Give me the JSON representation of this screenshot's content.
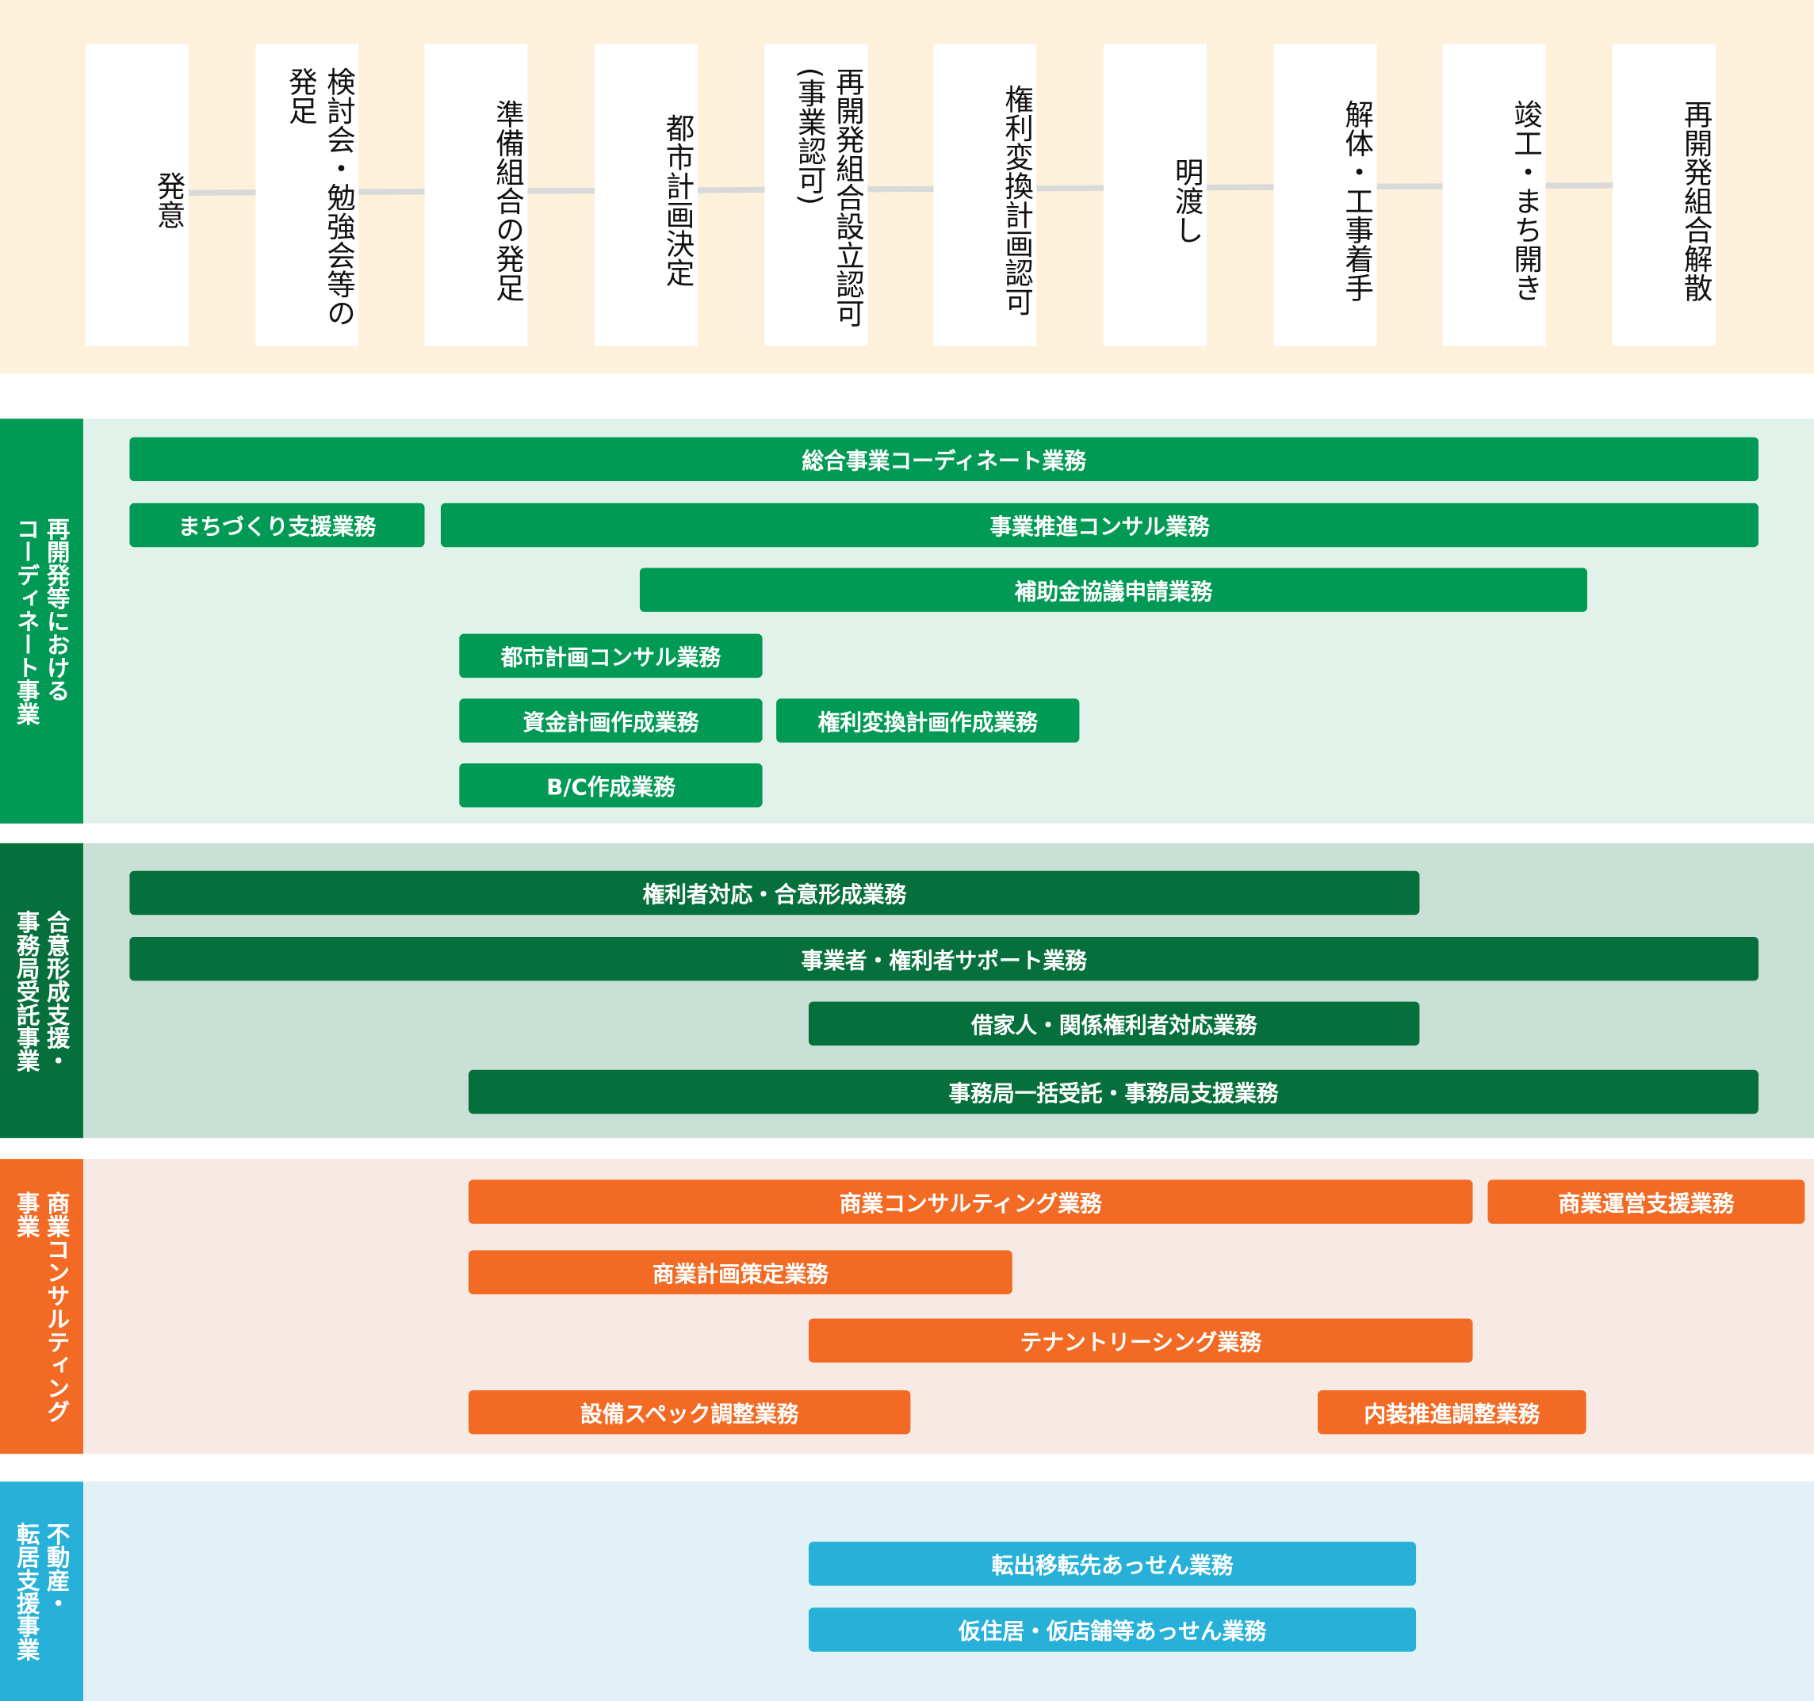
{
  "timeline": [
    "発意",
    "検討会・勉強会等の発足",
    "準備組合の発足",
    "都市計画決定",
    "再開発組合設立認可(事業認可)",
    "権利変換計画認可",
    "明渡し",
    "解体・工事着手",
    "竣工・まち開き",
    "再開発組合解散"
  ],
  "sections": [
    {
      "label": "再開発等における\nコーディネート事業",
      "color": "#009a55",
      "bars": [
        "総合事業コーディネート業務",
        "まちづくり支援業務",
        "事業推進コンサル業務",
        "補助金協議申請業務",
        "都市計画コンサル業務",
        "資金計画作成業務",
        "権利変換計画作成業務",
        "B/C作成業務"
      ]
    },
    {
      "label": "合意形成支援・\n事務局受託事業",
      "color": "#06703c",
      "bars": [
        "権利者対応・合意形成業務",
        "事業者・権利者サポート業務",
        "借家人・関係権利者対応業務",
        "事務局一括受託・事務局支援業務"
      ]
    },
    {
      "label": "商業コンサルティング\n事業",
      "color": "#f26a23",
      "bars": [
        "商業コンサルティング業務",
        "商業運営支援業務",
        "商業計画策定業務",
        "テナントリーシング業務",
        "設備スペック調整業務",
        "内装推進調整業務"
      ]
    },
    {
      "label": "不動産・\n転居支援事業",
      "color": "#27b0d8",
      "bars": [
        "転出移転先あっせん業務",
        "仮住居・仮店舗等あっせん業務"
      ]
    }
  ]
}
